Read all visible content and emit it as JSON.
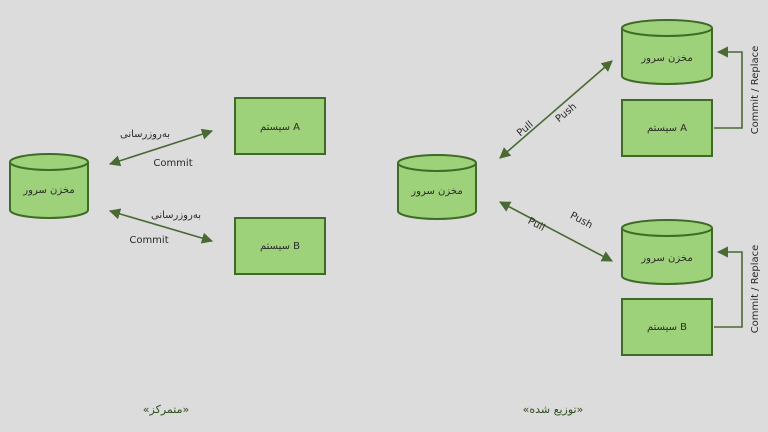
{
  "colors": {
    "background": "#dcdcdc",
    "fill": "#9ed27a",
    "stroke": "#3f6b26",
    "arrow": "#4a6a34",
    "text": "#2a2a2a",
    "caption": "#2f4f1e"
  },
  "centralized": {
    "repo_label": "مخزن سرور",
    "system_a": "سیستم A",
    "system_b": "سیستم B",
    "update_label_1": "بەروزرسانی",
    "commit_label_1": "Commit",
    "update_label_2": "بەروزرسانی",
    "commit_label_2": "Commit",
    "caption": "«متمرکز»"
  },
  "distributed": {
    "central_repo_label": "مخزن سرور",
    "repo_a_label": "مخزن سرور",
    "repo_b_label": "مخزن سرور",
    "system_a": "سیستم A",
    "system_b": "سیستم B",
    "pull_label_top": "Pull",
    "push_label_top": "Push",
    "pull_label_bottom": "Pull",
    "push_label_bottom": "Push",
    "commit_replace_top": "Commit / Replace",
    "commit_replace_bottom": "Commit / Replace",
    "caption": "«توزیع شده»"
  }
}
